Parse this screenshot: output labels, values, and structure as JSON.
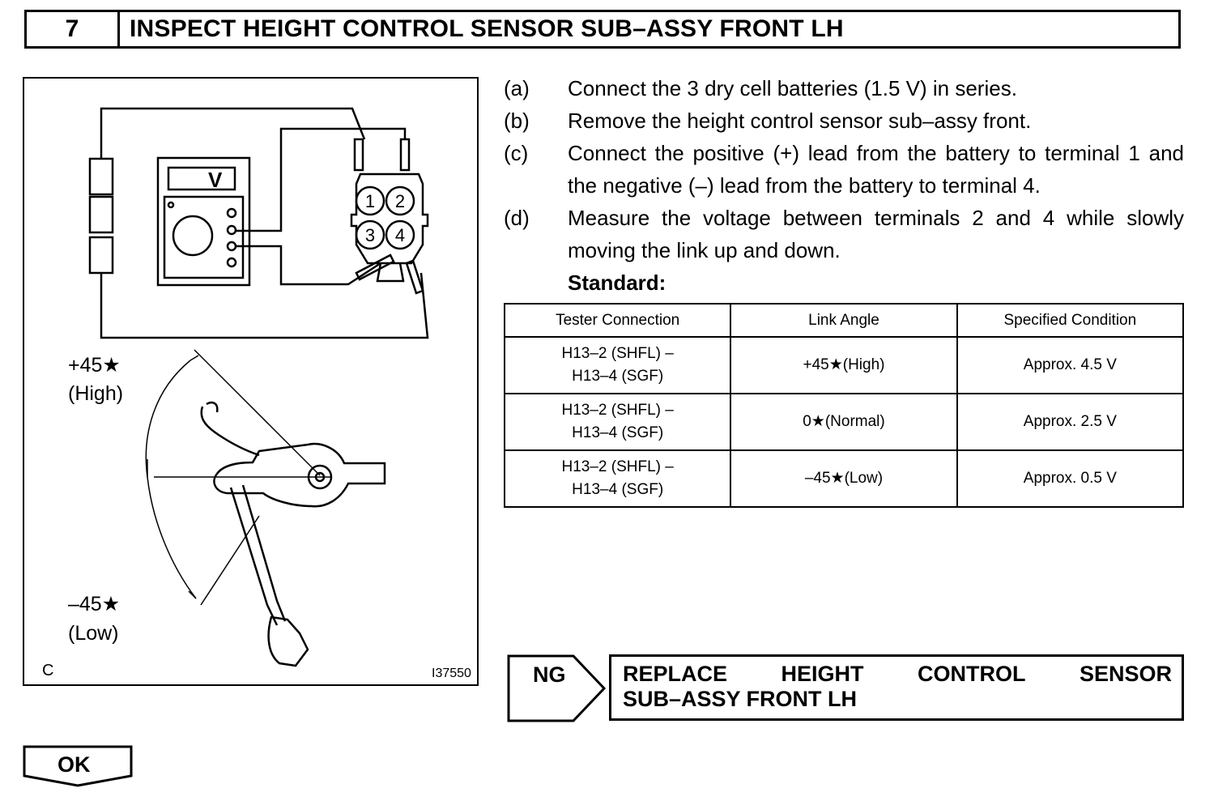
{
  "header": {
    "step_number": "7",
    "title": "INSPECT HEIGHT CONTROL SENSOR SUB–ASSY FRONT LH"
  },
  "figure": {
    "meter_label": "V",
    "terminals": [
      "1",
      "2",
      "3",
      "4"
    ],
    "high_angle": "+45★",
    "high_label": "(High)",
    "low_angle": "–45★",
    "low_label": "(Low)",
    "corner_letter": "C",
    "figure_id": "I37550"
  },
  "instructions": [
    {
      "key": "(a)",
      "text": "Connect the 3 dry cell batteries (1.5 V) in series."
    },
    {
      "key": "(b)",
      "text": "Remove the height control sensor sub–assy front."
    },
    {
      "key": "(c)",
      "text": "Connect the positive (+) lead from the battery to terminal 1 and the negative (–) lead from the battery to terminal 4."
    },
    {
      "key": "(d)",
      "text": "Measure the voltage between terminals 2 and 4 while slowly moving the link up and down."
    }
  ],
  "standard_label": "Standard:",
  "spec_table": {
    "headers": [
      "Tester Connection",
      "Link Angle",
      "Specified Condition"
    ],
    "rows": [
      {
        "conn_1": "H13–2 (SHFL) –",
        "conn_2": "H13–4 (SGF)",
        "angle": "+45★(High)",
        "condition": "Approx. 4.5 V"
      },
      {
        "conn_1": "H13–2 (SHFL) –",
        "conn_2": "H13–4 (SGF)",
        "angle": "0★(Normal)",
        "condition": "Approx. 2.5 V"
      },
      {
        "conn_1": "H13–2 (SHFL) –",
        "conn_2": "H13–4 (SGF)",
        "angle": "–45★(Low)",
        "condition": "Approx. 0.5 V"
      }
    ]
  },
  "ng": {
    "label": "NG",
    "result_words": [
      "REPLACE",
      "HEIGHT",
      "CONTROL",
      "SENSOR"
    ],
    "result_line2": "SUB–ASSY FRONT LH"
  },
  "ok": {
    "label": "OK"
  }
}
